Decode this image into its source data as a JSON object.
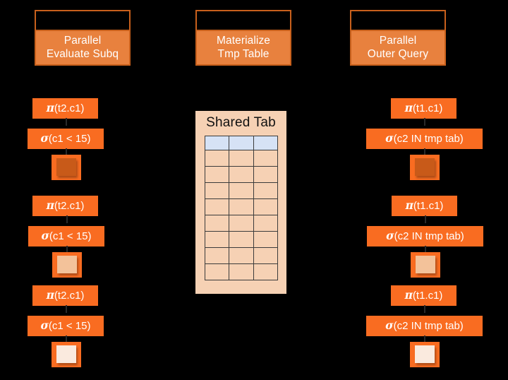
{
  "diagram": {
    "title": "Parallel subquery evaluation with shared materialized temp table",
    "background_color": "#000000",
    "accent_orange": "#F96C21",
    "header_orange": "#E8813E",
    "header_border": "#C8601C",
    "peach": "#F6D1B4",
    "header_row_blue": "#D6E2F5"
  },
  "phases": [
    {
      "name": "parallel-evaluate-subq",
      "lines": [
        "Parallel",
        "Evaluate Subq"
      ]
    },
    {
      "name": "materialize-tmp-table",
      "lines": [
        "Materialize",
        "Tmp Table"
      ]
    },
    {
      "name": "parallel-outer-query",
      "lines": [
        "Parallel",
        "Outer Query"
      ]
    }
  ],
  "left_pipelines": [
    {
      "project": {
        "symbol": "π",
        "args": "(t2.c1)"
      },
      "select": {
        "symbol": "σ",
        "args": "(c1 < 15)"
      },
      "relation_fill": "#C85A19"
    },
    {
      "project": {
        "symbol": "π",
        "args": "(t2.c1)"
      },
      "select": {
        "symbol": "σ",
        "args": "(c1 < 15)"
      },
      "relation_fill": "#F3C29A"
    },
    {
      "project": {
        "symbol": "π",
        "args": "(t2.c1)"
      },
      "select": {
        "symbol": "σ",
        "args": "(c1 < 15)"
      },
      "relation_fill": "#FAEADE"
    }
  ],
  "right_pipelines": [
    {
      "project": {
        "symbol": "π",
        "args": "(t1.c1)"
      },
      "select": {
        "symbol": "σ",
        "args": "(c2 IN tmp tab)"
      },
      "relation_fill": "#C85A19"
    },
    {
      "project": {
        "symbol": "π",
        "args": "(t1.c1)"
      },
      "select": {
        "symbol": "σ",
        "args": "(c2 IN tmp tab)"
      },
      "relation_fill": "#F3C29A"
    },
    {
      "project": {
        "symbol": "π",
        "args": "(t1.c1)"
      },
      "select": {
        "symbol": "σ",
        "args": "(c2 IN tmp tab)"
      },
      "relation_fill": "#FAEADE"
    }
  ],
  "shared_table": {
    "title": "Shared Tab",
    "columns": 3,
    "header_rows": 1,
    "body_rows": 8
  }
}
